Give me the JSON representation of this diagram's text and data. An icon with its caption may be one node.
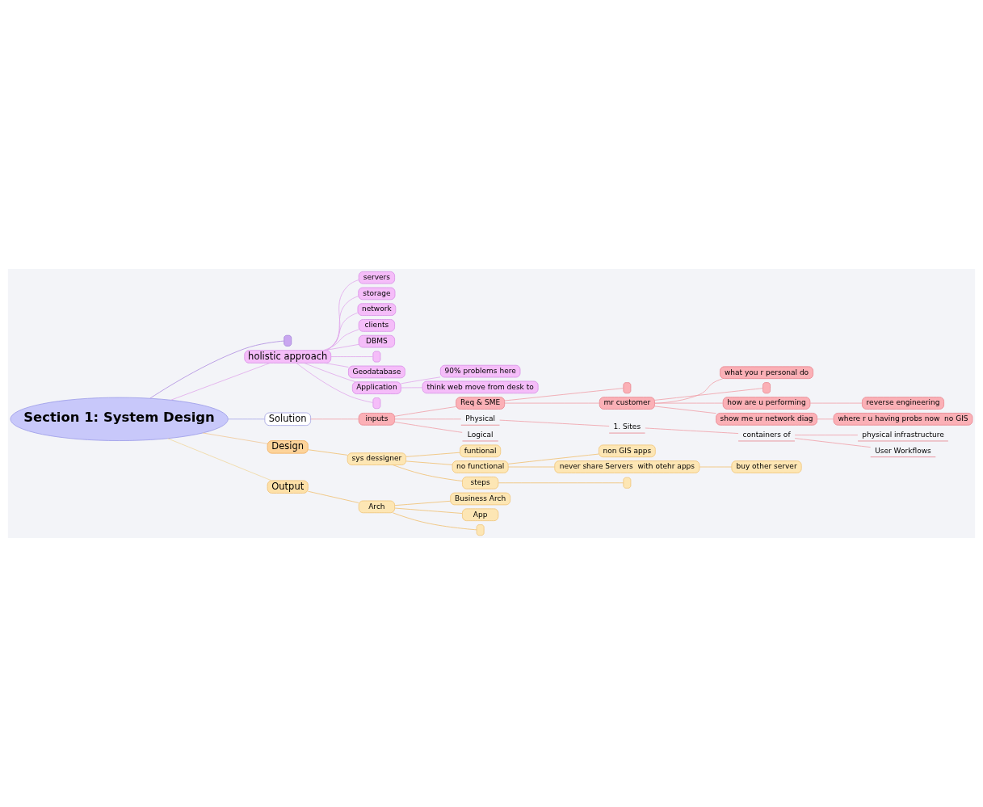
{
  "diagram": {
    "nodes": [
      {
        "text": [
          "Section 1: System Design"
        ]
      },
      {
        "text": [],
        "shape": "box"
      },
      {
        "text": [
          "holistic approach"
        ]
      },
      {
        "text": [
          "servers"
        ]
      },
      {
        "text": [
          "storage"
        ]
      },
      {
        "text": [
          "network"
        ]
      },
      {
        "text": [
          "clients"
        ]
      },
      {
        "text": [
          "DBMS"
        ]
      },
      {
        "text": [],
        "shape": "box"
      },
      {
        "text": [
          "Geodatabase"
        ]
      },
      {
        "text": [
          "Application"
        ]
      },
      {
        "text": [
          "90% problems here"
        ]
      },
      {
        "text": [
          "think web move from desk to"
        ]
      },
      {
        "text": [],
        "shape": "box"
      },
      {
        "text": [
          "Solution"
        ]
      },
      {
        "text": [
          "inputs"
        ]
      },
      {
        "text": [
          "Req & SME"
        ]
      },
      {
        "text": [],
        "shape": "box"
      },
      {
        "text": [
          "mr customer"
        ]
      },
      {
        "text": [
          "what you r personal do"
        ]
      },
      {
        "text": [],
        "shape": "box"
      },
      {
        "text": [
          "how are u performing"
        ]
      },
      {
        "text": [
          "reverse engineering"
        ]
      },
      {
        "text": [
          "show me ur network diag"
        ]
      },
      {
        "text": [
          "where r u having probs now  no GIS"
        ]
      },
      {
        "text": [
          "Physical"
        ]
      },
      {
        "text": [
          "1. Sites"
        ]
      },
      {
        "text": [
          "containers of"
        ]
      },
      {
        "text": [
          "physical infrastructure"
        ]
      },
      {
        "text": [
          "User Workflows"
        ]
      },
      {
        "text": [
          "Logical"
        ]
      },
      {
        "text": [
          "Design"
        ]
      },
      {
        "text": [
          "sys dessigner"
        ]
      },
      {
        "text": [
          "funtional"
        ]
      },
      {
        "text": [
          "no functional"
        ]
      },
      {
        "text": [
          "non GIS apps"
        ]
      },
      {
        "text": [
          "never share Servers  with otehr apps"
        ]
      },
      {
        "text": [
          "buy other server"
        ]
      },
      {
        "text": [
          "steps"
        ]
      },
      {
        "text": [],
        "shape": "box"
      },
      {
        "text": [
          "Output"
        ]
      },
      {
        "text": [
          "Arch"
        ]
      },
      {
        "text": [
          "Business Arch"
        ]
      },
      {
        "text": [
          "App"
        ]
      },
      {
        "text": [],
        "shape": "box"
      }
    ],
    "edges": [
      {
        "from": 0,
        "to": 1,
        "arrow": "none",
        "color": "#b08ee0"
      },
      {
        "from": 0,
        "to": 2,
        "arrow": "none",
        "color": "#e0a8ec"
      },
      {
        "from": 2,
        "to": 3,
        "arrow": "none",
        "color": "#e0a8ec"
      },
      {
        "from": 2,
        "to": 4,
        "arrow": "none",
        "color": "#e0a8ec"
      },
      {
        "from": 2,
        "to": 5,
        "arrow": "none",
        "color": "#e0a8ec"
      },
      {
        "from": 2,
        "to": 6,
        "arrow": "none",
        "color": "#e0a8ec"
      },
      {
        "from": 2,
        "to": 7,
        "arrow": "none",
        "color": "#e0a8ec"
      },
      {
        "from": 2,
        "to": 8,
        "arrow": "none",
        "color": "#e0a8ec"
      },
      {
        "from": 2,
        "to": 9,
        "arrow": "none",
        "color": "#e0a8ec"
      },
      {
        "from": 2,
        "to": 10,
        "arrow": "none",
        "color": "#e0a8ec"
      },
      {
        "from": 2,
        "to": 13,
        "arrow": "none",
        "color": "#e0a8ec"
      },
      {
        "from": 10,
        "to": 11,
        "arrow": "none",
        "color": "#e0a8ec"
      },
      {
        "from": 10,
        "to": 12,
        "arrow": "none",
        "color": "#e0a8ec"
      },
      {
        "from": 0,
        "to": 14,
        "arrow": "none",
        "color": "#a8a8e8"
      },
      {
        "from": 14,
        "to": 15,
        "arrow": "none",
        "color": "#f0a0a8"
      },
      {
        "from": 15,
        "to": 16,
        "arrow": "none",
        "color": "#f0a0a8"
      },
      {
        "from": 16,
        "to": 17,
        "arrow": "none",
        "color": "#f0a0a8"
      },
      {
        "from": 16,
        "to": 18,
        "arrow": "none",
        "color": "#f0a0a8"
      },
      {
        "from": 18,
        "to": 19,
        "arrow": "none",
        "color": "#f0a0a8"
      },
      {
        "from": 18,
        "to": 20,
        "arrow": "none",
        "color": "#f0a0a8"
      },
      {
        "from": 18,
        "to": 21,
        "arrow": "none",
        "color": "#f0a0a8"
      },
      {
        "from": 18,
        "to": 23,
        "arrow": "none",
        "color": "#f0a0a8"
      },
      {
        "from": 21,
        "to": 22,
        "arrow": "none",
        "color": "#f0a0a8"
      },
      {
        "from": 23,
        "to": 24,
        "arrow": "none",
        "color": "#f0a0a8"
      },
      {
        "from": 15,
        "to": 25,
        "arrow": "none",
        "color": "#f0a0a8"
      },
      {
        "from": 15,
        "to": 30,
        "arrow": "none",
        "color": "#f0a0a8"
      },
      {
        "from": 25,
        "to": 26,
        "arrow": "none",
        "color": "#f0a0a8"
      },
      {
        "from": 26,
        "to": 27,
        "arrow": "none",
        "color": "#f0a0a8"
      },
      {
        "from": 27,
        "to": 28,
        "arrow": "none",
        "color": "#f0a0a8"
      },
      {
        "from": 27,
        "to": 29,
        "arrow": "none",
        "color": "#f0a0a8"
      },
      {
        "from": 0,
        "to": 31,
        "arrow": "none",
        "color": "#f0c898"
      },
      {
        "from": 31,
        "to": 32,
        "arrow": "none",
        "color": "#f0c070"
      },
      {
        "from": 32,
        "to": 33,
        "arrow": "none",
        "color": "#f0c070"
      },
      {
        "from": 32,
        "to": 34,
        "arrow": "none",
        "color": "#f0c070"
      },
      {
        "from": 32,
        "to": 38,
        "arrow": "none",
        "color": "#f0c070"
      },
      {
        "from": 34,
        "to": 35,
        "arrow": "none",
        "color": "#f0c070"
      },
      {
        "from": 34,
        "to": 36,
        "arrow": "none",
        "color": "#f0c070"
      },
      {
        "from": 36,
        "to": 37,
        "arrow": "none",
        "color": "#f0c070"
      },
      {
        "from": 38,
        "to": 39,
        "arrow": "none",
        "color": "#f0c070"
      },
      {
        "from": 0,
        "to": 40,
        "arrow": "none",
        "color": "#f0d8a0"
      },
      {
        "from": 40,
        "to": 41,
        "arrow": "none",
        "color": "#f0c070"
      },
      {
        "from": 41,
        "to": 42,
        "arrow": "none",
        "color": "#f0c070"
      },
      {
        "from": 41,
        "to": 43,
        "arrow": "none",
        "color": "#f0c070"
      },
      {
        "from": 41,
        "to": 44,
        "arrow": "none",
        "color": "#f0c070"
      }
    ]
  }
}
